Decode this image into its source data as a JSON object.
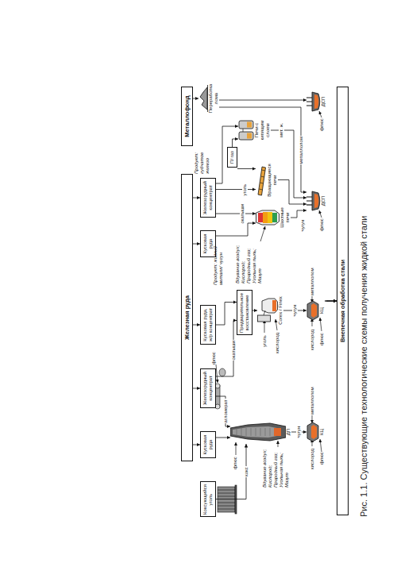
{
  "diagram": {
    "caption": "Рис. 1.1. Существующие технологические схемы получения жидкой стали",
    "nodes": [
      {
        "text": [
          "Железная руда"
        ]
      },
      {
        "text": [
          "Металлофонд"
        ]
      },
      {
        "text": [
          "Коксующийся уголь"
        ]
      },
      {
        "text": [
          "Кусковая руда"
        ]
      },
      {
        "text": [
          "Железорудный концентрат"
        ]
      },
      {
        "text": [
          "Кусковая руда, ж/р концентрат"
        ]
      },
      {
        "text": [
          "Кусковая руда"
        ]
      },
      {
        "text": [
          "Железорудный концентрат"
        ]
      },
      {
        "text": [
          "Переработка лома"
        ]
      },
      {
        "text": [
          "П/ газ"
        ]
      },
      {
        "text": [
          "Предварительное восстановление"
        ]
      },
      {
        "text": [
          "ДП"
        ]
      },
      {
        "text": [
          "Corex / Finex"
        ]
      },
      {
        "text": [
          "Шахтные печи"
        ]
      },
      {
        "text": [
          "Вращающиеся печи"
        ]
      },
      {
        "text": [
          "Печи с кипящим слоем"
        ]
      },
      {
        "text": [
          "КЦ"
        ]
      },
      {
        "text": [
          "КЦ"
        ]
      },
      {
        "text": [
          "ДСП"
        ]
      },
      {
        "text": [
          "ДСП"
        ]
      },
      {
        "text": [
          "Внепечная обработка стали"
        ]
      }
    ],
    "edges": [
      {
        "from": 0,
        "to": 3,
        "arrow": "to"
      },
      {
        "from": 0,
        "to": 4,
        "arrow": "to"
      },
      {
        "from": 0,
        "to": 5,
        "arrow": "to"
      },
      {
        "from": 0,
        "to": 6,
        "arrow": "to"
      },
      {
        "from": 0,
        "to": 7,
        "arrow": "to"
      },
      {
        "from": 2,
        "to": 11,
        "label": "кокс",
        "arrow": "to"
      },
      {
        "from": 3,
        "to": 11,
        "arrow": "to"
      },
      {
        "from": 4,
        "to": 11,
        "label": "агломерат",
        "arrow": "to"
      },
      {
        "from": 4,
        "to": 10,
        "label": "окатыши",
        "arrow": "to"
      },
      {
        "from": 5,
        "to": 10,
        "arrow": "to"
      },
      {
        "from": 10,
        "to": 12,
        "arrow": "to"
      },
      {
        "from": 11,
        "to": 16,
        "label": "чугун",
        "arrow": "to"
      },
      {
        "from": 12,
        "to": 17,
        "label": "чугун",
        "arrow": "to"
      },
      {
        "from": 6,
        "to": 13,
        "arrow": "to"
      },
      {
        "from": 7,
        "to": 13,
        "label": "окатыши",
        "arrow": "to"
      },
      {
        "from": 7,
        "to": 14,
        "label": "уголь",
        "arrow": "to"
      },
      {
        "from": 7,
        "to": 15,
        "arrow": "to"
      },
      {
        "from": 9,
        "to": 14,
        "arrow": "to"
      },
      {
        "from": 9,
        "to": 15,
        "arrow": "to"
      },
      {
        "from": 1,
        "to": 8,
        "arrow": "to"
      },
      {
        "from": 8,
        "to": 19,
        "arrow": "to"
      },
      {
        "from": 8,
        "to": 18,
        "label": "металлолом",
        "arrow": "to"
      },
      {
        "from": 13,
        "to": 18,
        "label": "чугун",
        "arrow": "to"
      },
      {
        "from": 14,
        "to": 18,
        "arrow": "to"
      },
      {
        "from": 15,
        "to": 18,
        "label": "мет. ж.",
        "arrow": "to"
      },
      {
        "from": 16,
        "to": 20,
        "arrow": "to"
      },
      {
        "from": 17,
        "to": 20,
        "arrow": "to"
      },
      {
        "from": 18,
        "to": 20,
        "arrow": "to"
      },
      {
        "from": 19,
        "to": 20,
        "arrow": "to"
      }
    ],
    "labels": [
      "флюс",
      "Вдувание воздух; Кислород; Природный газ; Угольная пыль; Мазут",
      "флюс",
      "Продукт: жидкий металл/ чугун",
      "Вдувание воздух; Кислород; Природный газ; Угольная пыль; Мазут",
      "уголь",
      "кислород",
      "Продукт: губчатое железо",
      "кислород",
      "флюс",
      "металлолом",
      "кислород",
      "флюс",
      "металлолом",
      "флюс",
      "флюс"
    ]
  }
}
